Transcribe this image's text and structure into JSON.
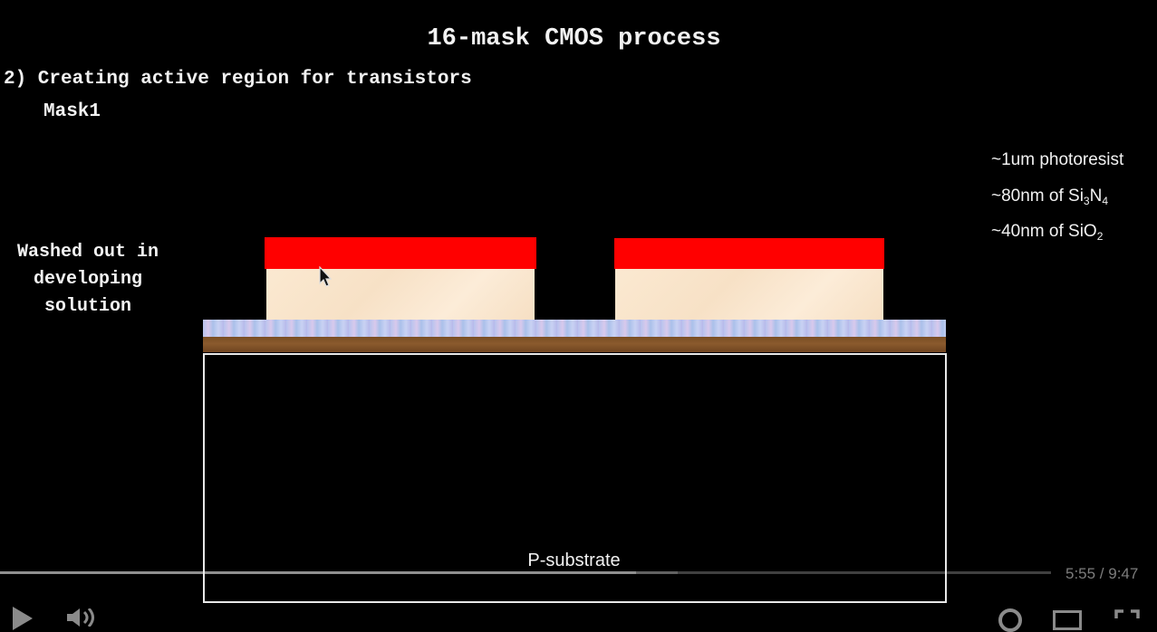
{
  "slide": {
    "title": "16-mask CMOS process",
    "step": "2) Creating active region for transistors",
    "mask": "Mask1",
    "washed_note": [
      "Washed out in",
      "developing",
      "solution"
    ],
    "legend": {
      "photoresist": "~1um photoresist",
      "nitride_prefix": "~80nm of Si",
      "nitride_sub1": "3",
      "nitride_mid": "N",
      "nitride_sub2": "4",
      "oxide_prefix": "~40nm of SiO",
      "oxide_sub": "2"
    },
    "substrate_label": "P-substrate",
    "colors": {
      "photoresist": "#ff0000",
      "nitride": "#f9e6cd",
      "oxide": "#bcc6ee",
      "substrate_band": "#7a4e24",
      "background": "#000000"
    }
  },
  "player": {
    "time": "5:55 / 9:47",
    "progress_fraction": 0.605
  }
}
